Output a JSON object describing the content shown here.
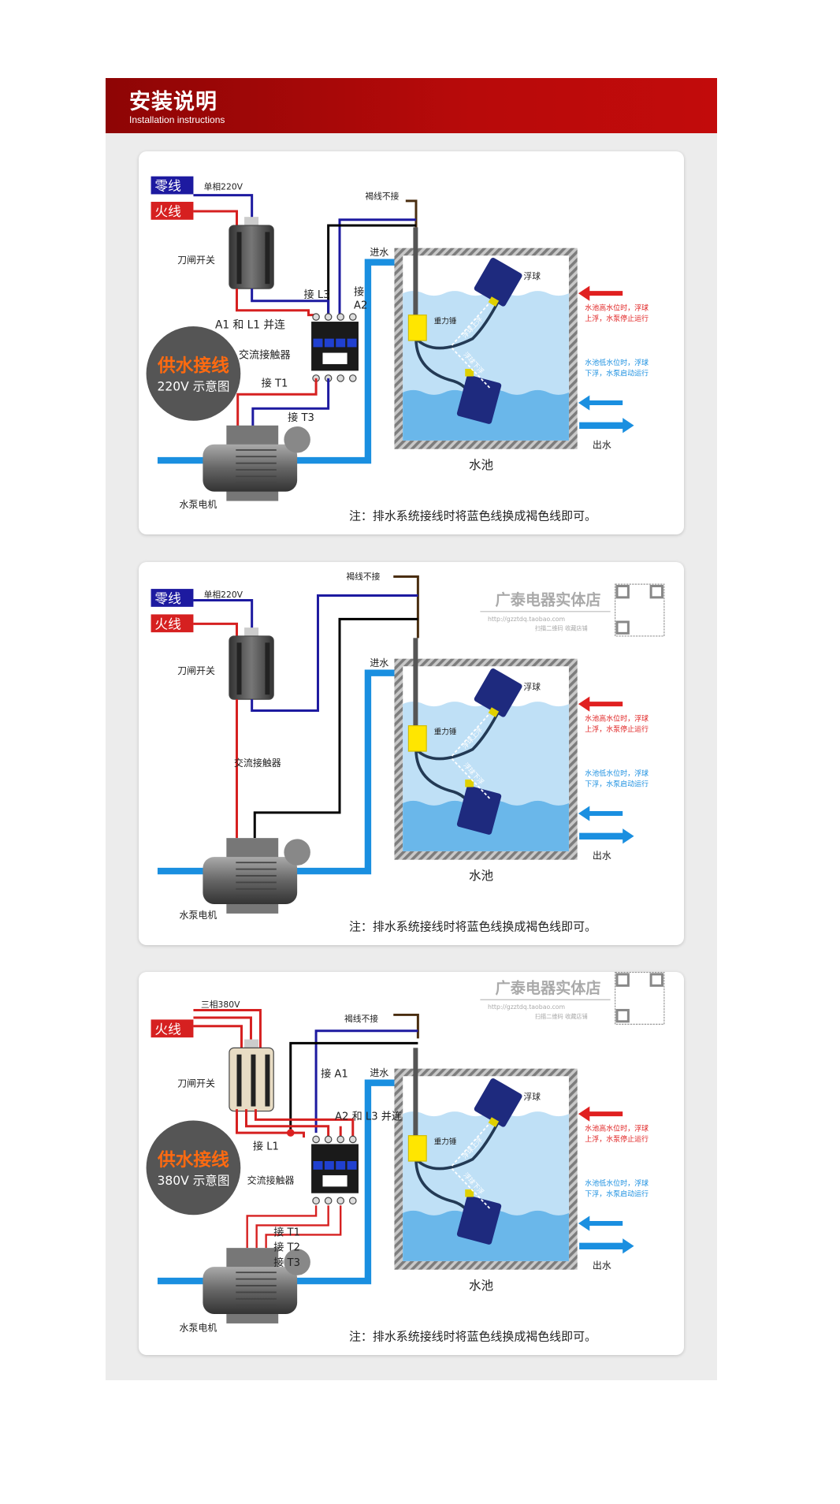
{
  "header": {
    "title": "安装说明",
    "subtitle": "Installation instructions"
  },
  "colors": {
    "header_red": "#b00808",
    "neutral_blue": "#1d1aa0",
    "live_red": "#d62020",
    "water_blue": "#1a8fe0",
    "brown": "#4a2e10",
    "badge_orange": "#ff6a10"
  },
  "tank_common": {
    "inlet": "进水",
    "float": "浮球",
    "weight": "重力锤",
    "outlet": "出水",
    "tank": "水池",
    "high_note": [
      "水池高水位时，浮球",
      "上浮，水泵停止运行"
    ],
    "low_note": [
      "水池低水位时，浮球",
      "下浮，水泵启动运行"
    ],
    "float_up": "浮球上浮",
    "float_down": "浮球下浮",
    "note": "注：排水系统接线时将蓝色线换成褐色线即可。"
  },
  "watermark": {
    "shop": "广泰电器实体店",
    "url": "http://gzztdq.taobao.com",
    "hint": "扫描二维码 收藏店铺"
  },
  "panels": [
    {
      "neutral": "零线",
      "live": "火线",
      "supply": "单相220V",
      "brown_note": "褐线不接",
      "switch": "刀闸开关",
      "contactor": "交流接触器",
      "pump": "水泵电机",
      "labels": [
        "接 L3",
        "接",
        "A2",
        "A1 和 L1 并连",
        "接 T1",
        "接 T3"
      ],
      "badge": {
        "title": "供水接线",
        "sub": "220V 示意图"
      }
    },
    {
      "neutral": "零线",
      "live": "火线",
      "supply": "单相220V",
      "brown_note": "褐线不接",
      "switch": "刀闸开关",
      "contactor": "交流接触器",
      "pump": "水泵电机"
    },
    {
      "live": "火线",
      "supply": "三相380V",
      "brown_note": "褐线不接",
      "switch": "刀闸开关",
      "contactor": "交流接触器",
      "pump": "水泵电机",
      "labels": [
        "接 A1",
        "A2 和 L3 并连",
        "接 L1",
        "接 T1",
        "接 T2",
        "接 T3"
      ],
      "badge": {
        "title": "供水接线",
        "sub": "380V 示意图"
      }
    }
  ]
}
